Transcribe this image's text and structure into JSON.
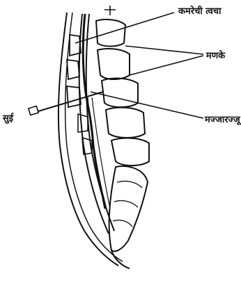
{
  "diagram": {
    "labels": {
      "skin": "कमरेची त्वचा",
      "vertebrae": "मणके",
      "spinal_cord": "मज्जारज्जू",
      "needle": "सुई"
    },
    "colors": {
      "ink": "#111111",
      "background": "#ffffff"
    }
  }
}
